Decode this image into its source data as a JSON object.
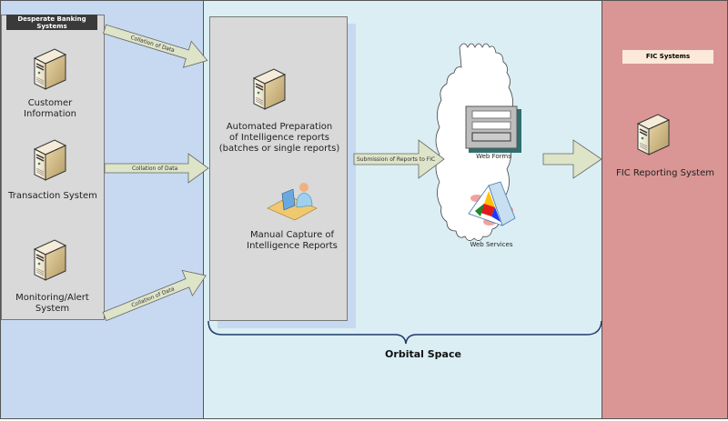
{
  "zones": {
    "left_color": "#c6d9f0",
    "middle_color": "#dbeef4",
    "right_color": "#d99694"
  },
  "banking": {
    "header": "Desperate Banking Systems",
    "systems": [
      {
        "label": "Customer Information",
        "icon": "server-icon"
      },
      {
        "label": "Transaction System",
        "icon": "server-icon"
      },
      {
        "label": "Monitoring/Alert System",
        "icon": "server-icon"
      }
    ]
  },
  "arrows": {
    "collation_1": "Collation of Data",
    "collation_2": "Collation of Data",
    "collation_3": "Collation of Data",
    "submission": "Submission of Reports to FIC"
  },
  "processing": {
    "automated_label": "Automated Preparation of Intelligence reports (batches or single reports)",
    "automated_lines": [
      "Automated Preparation",
      "of Intelligence reports",
      "(batches or single reports)"
    ],
    "manual_lines": [
      "Manual Capture of",
      "Intelligence Reports"
    ]
  },
  "cloud": {
    "web_forms": "Web Forms",
    "web_services": "Web Services"
  },
  "orbital": {
    "label": "Orbital Space"
  },
  "fic": {
    "header": "FIC Systems",
    "system": "FIC Reporting System"
  }
}
